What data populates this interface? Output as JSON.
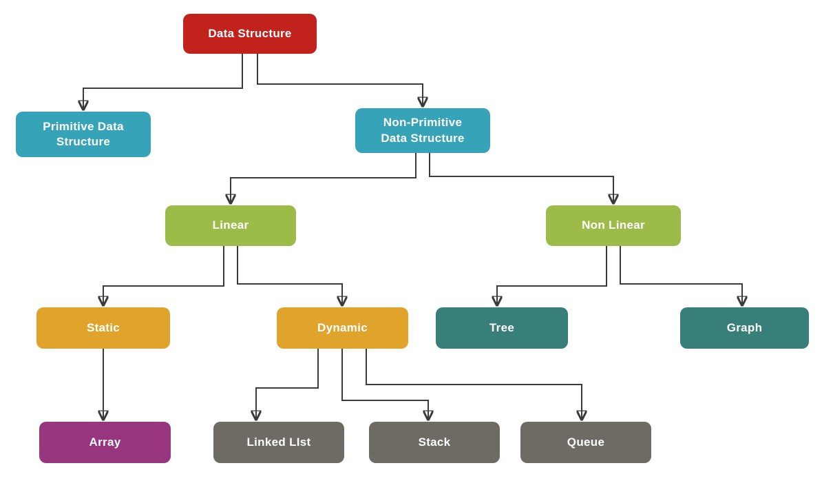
{
  "diagram": {
    "type": "tree",
    "title": "Data Structure classification",
    "connector_color": "#3a3a3a",
    "background_color": "#ffffff",
    "text_color": "#ffffff",
    "nodes": {
      "data_structure": {
        "label": "Data Structure",
        "color": "#c1221c"
      },
      "primitive": {
        "label": "Primitive Data\nStructure",
        "color": "#36a3b9"
      },
      "non_primitive": {
        "label": "Non-Primitive\nData Structure",
        "color": "#36a3b9"
      },
      "linear": {
        "label": "Linear",
        "color": "#9dbb49"
      },
      "non_linear": {
        "label": "Non Linear",
        "color": "#9dbb49"
      },
      "static": {
        "label": "Static",
        "color": "#e0a42c"
      },
      "dynamic": {
        "label": "Dynamic",
        "color": "#e0a42c"
      },
      "tree": {
        "label": "Tree",
        "color": "#387f7a"
      },
      "graph": {
        "label": "Graph",
        "color": "#387f7a"
      },
      "array": {
        "label": "Array",
        "color": "#97357f"
      },
      "linked_list": {
        "label": "Linked LIst",
        "color": "#6e6a64"
      },
      "stack": {
        "label": "Stack",
        "color": "#6e6a64"
      },
      "queue": {
        "label": "Queue",
        "color": "#6e6a64"
      }
    },
    "edges": [
      {
        "from": "Data Structure",
        "to": "Primitive Data Structure"
      },
      {
        "from": "Data Structure",
        "to": "Non-Primitive Data Structure"
      },
      {
        "from": "Non-Primitive Data Structure",
        "to": "Linear"
      },
      {
        "from": "Non-Primitive Data Structure",
        "to": "Non Linear"
      },
      {
        "from": "Linear",
        "to": "Static"
      },
      {
        "from": "Linear",
        "to": "Dynamic"
      },
      {
        "from": "Non Linear",
        "to": "Tree"
      },
      {
        "from": "Non Linear",
        "to": "Graph"
      },
      {
        "from": "Static",
        "to": "Array"
      },
      {
        "from": "Dynamic",
        "to": "Linked LIst"
      },
      {
        "from": "Dynamic",
        "to": "Stack"
      },
      {
        "from": "Dynamic",
        "to": "Queue"
      }
    ]
  }
}
